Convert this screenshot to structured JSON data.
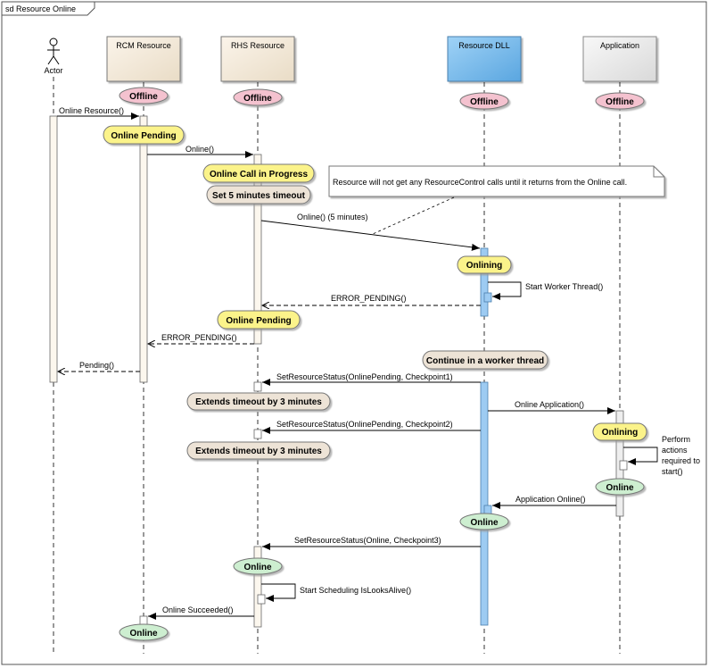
{
  "frame": {
    "title": "sd Resource Online"
  },
  "actor": {
    "label": "Actor"
  },
  "lifelines": [
    {
      "id": "rcm",
      "label": "RCM Resource"
    },
    {
      "id": "rhs",
      "label": "RHS Resource"
    },
    {
      "id": "dll",
      "label": "Resource DLL"
    },
    {
      "id": "app",
      "label": "Application"
    }
  ],
  "states": [
    {
      "text": "Offline",
      "style": "pink",
      "lane": "rcm"
    },
    {
      "text": "Offline",
      "style": "pink",
      "lane": "rhs"
    },
    {
      "text": "Offline",
      "style": "pink",
      "lane": "dll"
    },
    {
      "text": "Offline",
      "style": "pink",
      "lane": "app"
    },
    {
      "text": "Online Pending",
      "style": "yellow",
      "lane": "rcm"
    },
    {
      "text": "Online Call in Progress",
      "style": "yellow",
      "lane": "rhs"
    },
    {
      "text": "Set 5 minutes timeout",
      "style": "beige",
      "lane": "rhs"
    },
    {
      "text": "Onlining",
      "style": "yellow",
      "lane": "dll"
    },
    {
      "text": "Online Pending",
      "style": "yellow",
      "lane": "rhs"
    },
    {
      "text": "Continue in a worker thread",
      "style": "beige",
      "lane": "dll"
    },
    {
      "text": "Extends timeout by 3 minutes",
      "style": "beige",
      "lane": "rhs"
    },
    {
      "text": "Extends timeout by 3 minutes",
      "style": "beige",
      "lane": "rhs"
    },
    {
      "text": "Onlining",
      "style": "yellow",
      "lane": "app"
    },
    {
      "text": "Online",
      "style": "green",
      "lane": "app"
    },
    {
      "text": "Online",
      "style": "green",
      "lane": "dll"
    },
    {
      "text": "Online",
      "style": "green",
      "lane": "rhs"
    },
    {
      "text": "Online",
      "style": "green",
      "lane": "rcm"
    }
  ],
  "messages": [
    {
      "label": "Online Resource()",
      "from": "actor",
      "to": "rcm",
      "kind": "call"
    },
    {
      "label": "Online()",
      "from": "rcm",
      "to": "rhs",
      "kind": "call"
    },
    {
      "label": "Online() (5 minutes)",
      "from": "rhs",
      "to": "dll",
      "kind": "call"
    },
    {
      "label": "Start Worker Thread()",
      "from": "dll",
      "to": "dll",
      "kind": "self"
    },
    {
      "label": "ERROR_PENDING()",
      "from": "dll",
      "to": "rhs",
      "kind": "return"
    },
    {
      "label": "ERROR_PENDING()",
      "from": "rhs",
      "to": "rcm",
      "kind": "return"
    },
    {
      "label": "Pending()",
      "from": "rcm",
      "to": "actor",
      "kind": "return"
    },
    {
      "label": "SetResourceStatus(OnlinePending, Checkpoint1)",
      "from": "dll",
      "to": "rhs",
      "kind": "call"
    },
    {
      "label": "Online Application()",
      "from": "dll",
      "to": "app",
      "kind": "call"
    },
    {
      "label": "SetResourceStatus(OnlinePending, Checkpoint2)",
      "from": "dll",
      "to": "rhs",
      "kind": "call"
    },
    {
      "label": "Perform actions required to start()",
      "from": "app",
      "to": "app",
      "kind": "self"
    },
    {
      "label": "Application  Online()",
      "from": "app",
      "to": "dll",
      "kind": "call"
    },
    {
      "label": "SetResourceStatus(Online, Checkpoint3)",
      "from": "dll",
      "to": "rhs",
      "kind": "call"
    },
    {
      "label": "Start Scheduling IsLooksAlive()",
      "from": "rhs",
      "to": "rhs",
      "kind": "self"
    },
    {
      "label": "Online Succeeded()",
      "from": "rhs",
      "to": "rcm",
      "kind": "call"
    }
  ],
  "note": {
    "text": "Resource will not get any ResourceControl calls until it returns from the Online call."
  },
  "colors": {
    "pink": "#f4c2cf",
    "yellow": "#fbf38a",
    "beige": "#ede3d6",
    "green": "#cdeed0",
    "dll_box": "#6fb8ec",
    "dll_activation": "#9dcbf2",
    "rcm_box": "#f3e8d7",
    "app_box": "#e8e8e8",
    "activation": "#fcf7ee"
  }
}
